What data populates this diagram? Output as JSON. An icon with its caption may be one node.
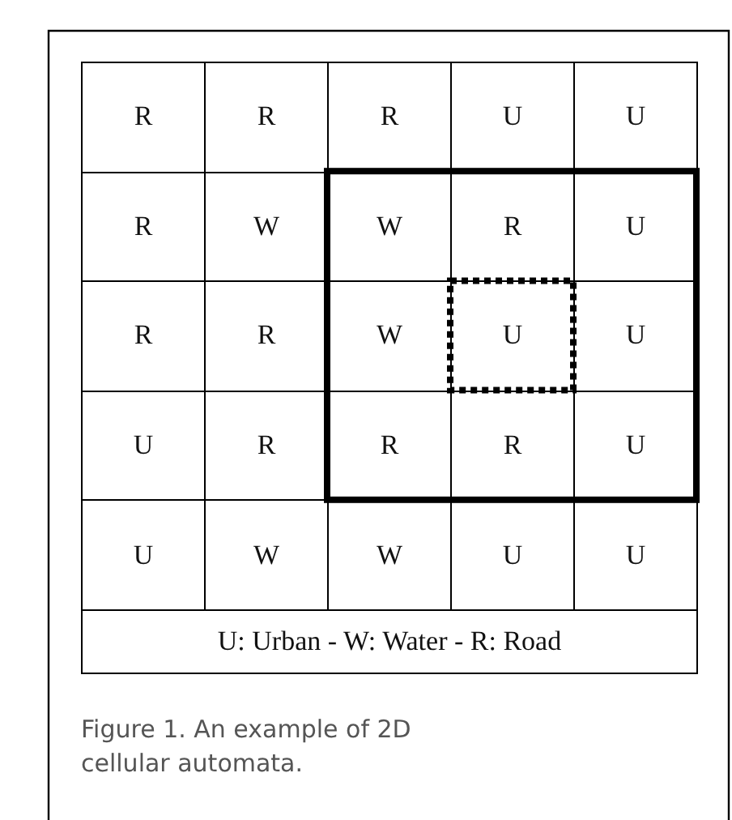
{
  "diagram": {
    "caption": "Figure 1. An example of 2D cellular automata.",
    "labels": [
      "R",
      "R",
      "R",
      "U",
      "U",
      "R",
      "W",
      "W",
      "R",
      "U",
      "R",
      "R",
      "W",
      "U",
      "U",
      "U",
      "R",
      "R",
      "R",
      "U",
      "U",
      "W",
      "W",
      "U",
      "U",
      "U: Urban - W: Water - R: Road"
    ]
  }
}
